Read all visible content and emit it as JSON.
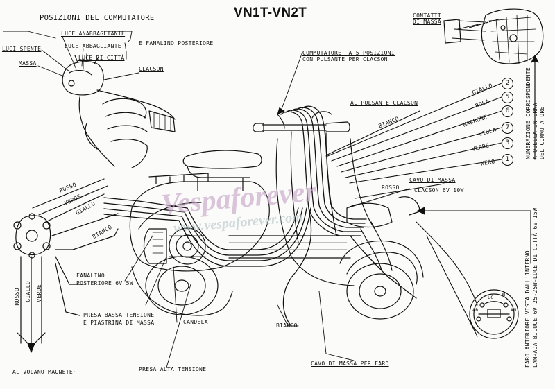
{
  "header": {
    "title": "VN1T-VN2T",
    "switch_positions_title": "POSIZIONI DEL COMMUTATORE"
  },
  "switch_legend": {
    "luce_anabbagliante": "LUCE ANABBAGLIANTE",
    "fanalino_posteriore": "E FANALINO POSTERIORE",
    "luci_spente": "LUCI SPENTE",
    "luce_abbagliante": "LUCE ABBAGLIANTE",
    "massa": "MASSA",
    "luce_di_citta": "LUCE DI CITTÀ",
    "clacson": "CLACSON"
  },
  "top_right": {
    "contatti_di_massa": "CONTATTI\nDI MASSA",
    "commutatore": "COMMUTATORE  A 5 POSIZIONI\nCON PULSANTE PER CLACSON",
    "numerazione_note": "NUMERAZIONE CORRISPONDENTE\nA QUELLA INTERNA\nDEL COMMUTATORE"
  },
  "wires_right": {
    "pulsante_clacson": "AL PULSANTE CLACSON",
    "bianco": "BIANCO",
    "giallo": "GIALLO",
    "rosa": "ROSA",
    "marrone": "MARRONE",
    "viola": "VIOLA",
    "verde": "VERDE",
    "nero": "NERO",
    "cavo_di_massa": "CAVO DI MASSA",
    "rosso": "ROSSO",
    "clacson_spec": "CLACSON  6V 10W",
    "numbers": [
      "2",
      "5",
      "6",
      "7",
      "3",
      "1"
    ]
  },
  "wires_left": {
    "rosso": "ROSSO",
    "verde": "VERDE",
    "giallo": "GIALLO",
    "bianco": "BIANCO"
  },
  "bottom_left": {
    "fanalino_posteriore": "FANALINO\nPOSTERIORE 6V 5W",
    "presa_bassa_tensione": "PRESA BASSA TENSIONE\nE PIASTRINA DI MASSA",
    "candela": "CANDELA",
    "presa_alta_tensione": "PRESA ALTA TENSIONE",
    "al_volano": "AL VOLANO MAGNETE·",
    "rosso": "ROSSO",
    "giallo": "GIALLO",
    "verde": "VERDE"
  },
  "bottom_right": {
    "bianco": "BIANCO",
    "cavo_massa_faro": "CAVO DI MASSA PER FARO",
    "faro_note": "FARO ANTERIORE VISTA DALL'INTERNO\nLAMPADA BILUCE 6V 25-25W-LUCE DI CITTÀ 6V 15W",
    "lamp_contacts": [
      "LC",
      "M",
      "AB",
      "AN"
    ]
  },
  "watermark": {
    "line1": "Vespaforever",
    "line2": "www.vespaforever.com"
  },
  "icons": [
    "hand-on-switch-drawing",
    "scooter-drawing",
    "headlamp-socket-drawing",
    "magneto-terminal-drawing",
    "switch-contacts-drawing"
  ]
}
